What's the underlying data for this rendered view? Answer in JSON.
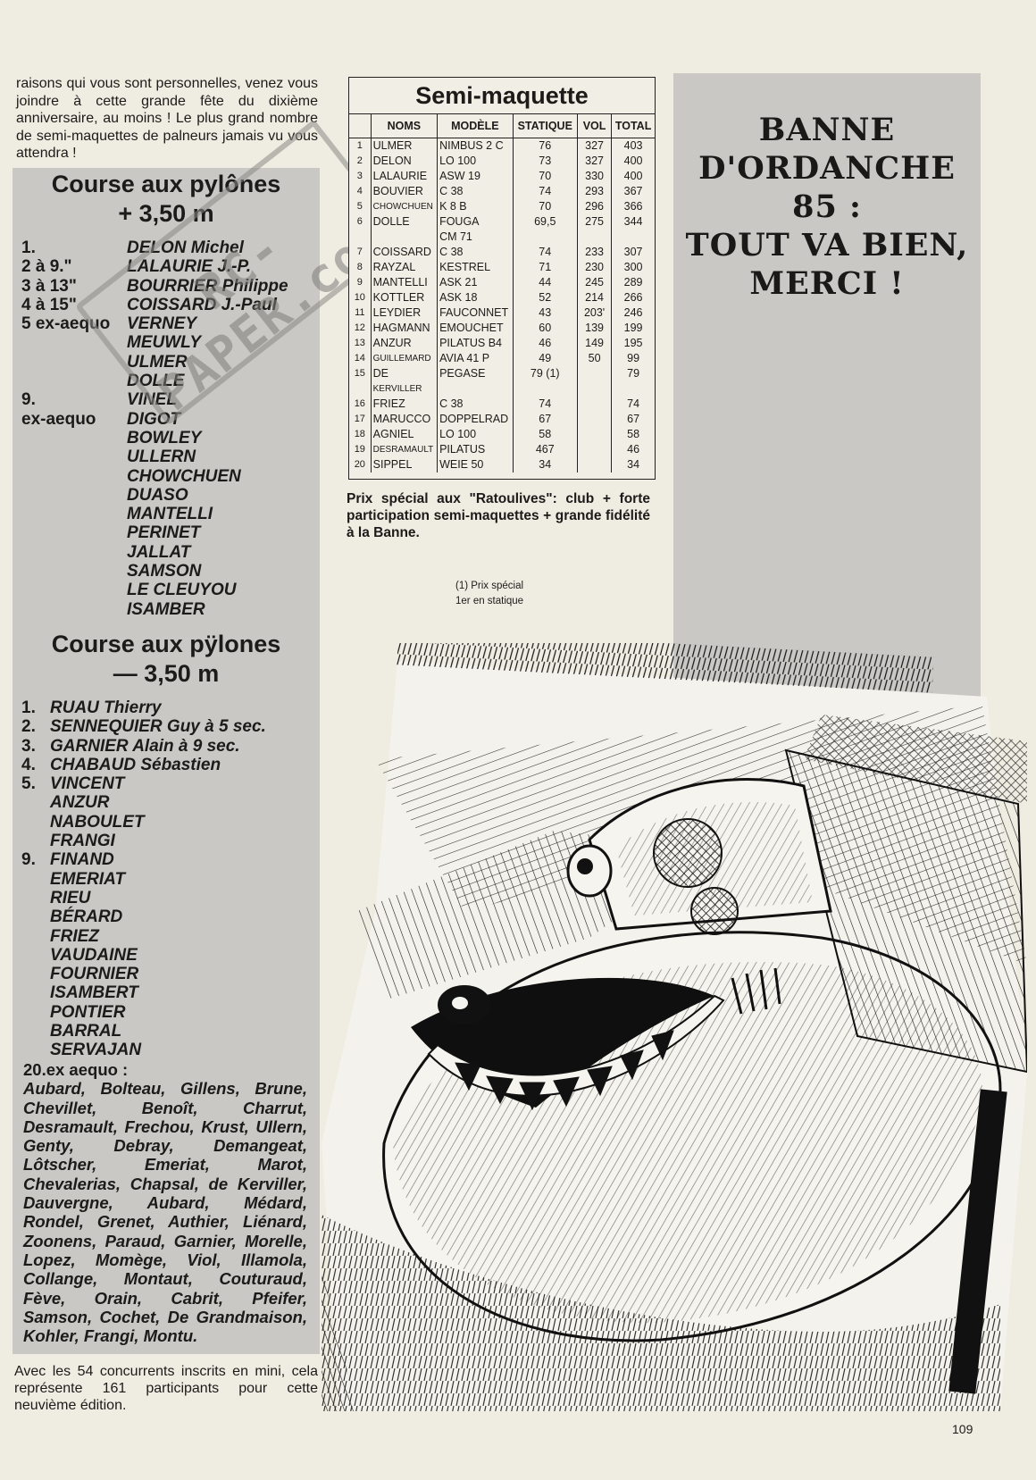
{
  "intro_text": "raisons qui vous sont personnelles, venez vous joindre à cette grande fête du dixième anniversaire, au moins ! Le plus grand nombre de semi-maquettes de palneurs jamais vu vous attendra !",
  "section1": {
    "title_line1": "Course aux pylônes",
    "title_line2": "+ 3,50 m",
    "results": [
      {
        "rank": "1.",
        "name": "DELON Michel"
      },
      {
        "rank": "2 à 9.\"",
        "name": "LALAURIE J.-P."
      },
      {
        "rank": "3 à 13\"",
        "name": "BOURRIER Philippe"
      },
      {
        "rank": "4 à 15\"",
        "name": "COISSARD J.-Paul"
      },
      {
        "rank": "5 ex-aequo",
        "name": "VERNEY"
      },
      {
        "rank": "",
        "name": "MEUWLY"
      },
      {
        "rank": "",
        "name": "ULMER"
      },
      {
        "rank": "",
        "name": "DOLLE"
      },
      {
        "rank": "9.",
        "name": "VINEL"
      },
      {
        "rank": "ex-aequo",
        "name": "DIGOT"
      },
      {
        "rank": "",
        "name": "BOWLEY"
      },
      {
        "rank": "",
        "name": "ULLERN"
      },
      {
        "rank": "",
        "name": "CHOWCHUEN"
      },
      {
        "rank": "",
        "name": "DUASO"
      },
      {
        "rank": "",
        "name": "MANTELLI"
      },
      {
        "rank": "",
        "name": "PERINET"
      },
      {
        "rank": "",
        "name": "JALLAT"
      },
      {
        "rank": "",
        "name": "SAMSON"
      },
      {
        "rank": "",
        "name": "LE CLEUYOU"
      },
      {
        "rank": "",
        "name": "ISAMBER"
      }
    ]
  },
  "section2": {
    "title_line1": "Course aux pÿlones",
    "title_line2": "— 3,50 m",
    "results": [
      {
        "rank": "1.",
        "name": "RUAU Thierry"
      },
      {
        "rank": "2.",
        "name": "SENNEQUIER Guy à 5 sec."
      },
      {
        "rank": "3.",
        "name": "GARNIER Alain à 9 sec."
      },
      {
        "rank": "4.",
        "name": "CHABAUD Sébastien"
      },
      {
        "rank": "5.",
        "name": "VINCENT"
      },
      {
        "rank": "",
        "name": "ANZUR"
      },
      {
        "rank": "",
        "name": "NABOULET"
      },
      {
        "rank": "",
        "name": "FRANGI"
      },
      {
        "rank": "9.",
        "name": "FINAND"
      },
      {
        "rank": "",
        "name": "EMERIAT"
      },
      {
        "rank": "",
        "name": "RIEU"
      },
      {
        "rank": "",
        "name": "BÉRARD"
      },
      {
        "rank": "",
        "name": "FRIEZ"
      },
      {
        "rank": "",
        "name": "VAUDAINE"
      },
      {
        "rank": "",
        "name": "FOURNIER"
      },
      {
        "rank": "",
        "name": "ISAMBERT"
      },
      {
        "rank": "",
        "name": "PONTIER"
      },
      {
        "rank": "",
        "name": "BARRAL"
      },
      {
        "rank": "",
        "name": "SERVAJAN"
      }
    ],
    "ex_aequo_label": "20.ex aequo :",
    "ex_aequo_names": "Aubard, Bolteau, Gillens, Brune, Chevillet, Benoît, Charrut, Desramault, Frechou, Krust, Ullern, Genty, Debray, Demangeat, Lôtscher, Emeriat, Marot, Chevalerias, Chapsal, de Kerviller, Dauvergne, Aubard, Médard, Rondel, Grenet, Authier, Liénard, Zoonens, Paraud, Garnier, Morelle, Lopez, Momège, Viol, Illamola, Collange, Montaut, Couturaud, Fève, Orain, Cabrit, Pfeifer, Samson, Cochet, De Grandmaison, Kohler, Frangi, Montu."
  },
  "outro_text": "Avec les 54 concurrents inscrits en mini, cela représente 161 participants pour cette neuvième édition.",
  "stamp_text": "RC-PAPER.com",
  "table": {
    "title": "Semi-maquette",
    "headers": [
      "",
      "NOMS",
      "MODÈLE",
      "STATIQUE",
      "VOL",
      "TOTAL"
    ],
    "rows": [
      [
        "1",
        "ULMER",
        "NIMBUS 2 C",
        "76",
        "327",
        "403"
      ],
      [
        "2",
        "DELON",
        "LO 100",
        "73",
        "327",
        "400"
      ],
      [
        "3",
        "LALAURIE",
        "ASW 19",
        "70",
        "330",
        "400"
      ],
      [
        "4",
        "BOUVIER",
        "C 38",
        "74",
        "293",
        "367"
      ],
      [
        "5",
        "CHOWCHUEN",
        "K 8 B",
        "70",
        "296",
        "366"
      ],
      [
        "6",
        "DOLLE",
        "FOUGA",
        "69,5",
        "275",
        "344"
      ],
      [
        "",
        "",
        "CM 71",
        "",
        "",
        ""
      ],
      [
        "7",
        "COISSARD",
        "C 38",
        "74",
        "233",
        "307"
      ],
      [
        "8",
        "RAYZAL",
        "KESTREL",
        "71",
        "230",
        "300"
      ],
      [
        "9",
        "MANTELLI",
        "ASK 21",
        "44",
        "245",
        "289"
      ],
      [
        "10",
        "KOTTLER",
        "ASK 18",
        "52",
        "214",
        "266"
      ],
      [
        "11",
        "LEYDIER",
        "FAUCONNET",
        "43",
        "203'",
        "246"
      ],
      [
        "12",
        "HAGMANN",
        "EMOUCHET",
        "60",
        "139",
        "199"
      ],
      [
        "13",
        "ANZUR",
        "PILATUS B4",
        "46",
        "149",
        "195"
      ],
      [
        "14",
        "GUILLEMARD",
        "AVIA 41 P",
        "49",
        "50",
        "99"
      ],
      [
        "15",
        "DE",
        "PEGASE",
        "79 (1)",
        "",
        "79"
      ],
      [
        "",
        "KERVILLER",
        "",
        "",
        "",
        ""
      ],
      [
        "16",
        "FRIEZ",
        "C 38",
        "74",
        "",
        "74"
      ],
      [
        "17",
        "MARUCCO",
        "DOPPELRAD",
        "67",
        "",
        "67"
      ],
      [
        "18",
        "AGNIEL",
        "LO 100",
        "58",
        "",
        "58"
      ],
      [
        "19",
        "DESRAMAULT",
        "PILATUS",
        "467",
        "",
        "46"
      ],
      [
        "20",
        "SIPPEL",
        "WEIE 50",
        "34",
        "",
        "34"
      ]
    ]
  },
  "prix_special": "Prix spécial aux \"Ratoulives\": club + forte participation semi-maquettes + grande fidélité à la Banne.",
  "note_line1": "(1) Prix spécial",
  "note_line2": "1er en statique",
  "headline": [
    "BANNE",
    "D'ORDANCHE",
    "85 :",
    "TOUT VA BIEN,",
    "MERCI !"
  ],
  "page_number": "109"
}
